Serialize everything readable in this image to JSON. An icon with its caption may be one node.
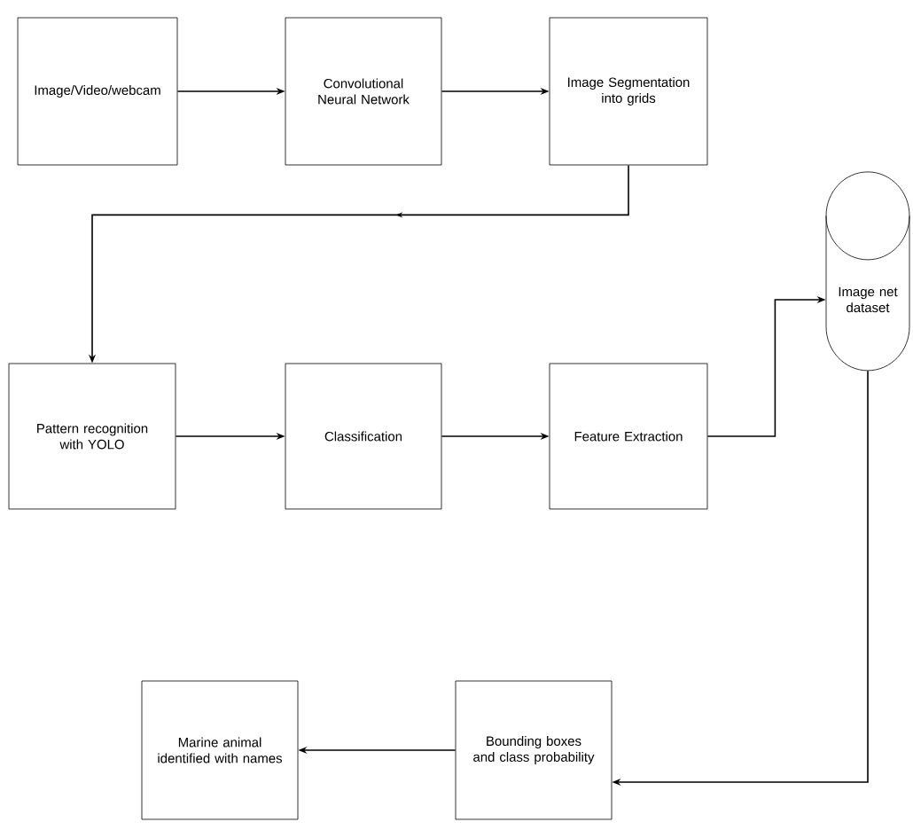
{
  "diagram": {
    "nodes": [
      {
        "text": [
          "Image/Video/webcam"
        ]
      },
      {
        "text": [
          "Convolutional Neural Network"
        ]
      },
      {
        "text": [
          "Image Segmentation into grids"
        ]
      },
      {
        "text": [
          "Pattern recognition with YOLO"
        ]
      },
      {
        "text": [
          "Classification"
        ]
      },
      {
        "text": [
          "Feature Extraction"
        ]
      },
      {
        "text": [
          "Image net dataset"
        ]
      },
      {
        "text": [
          "Marine animal identified with names"
        ]
      },
      {
        "text": [
          "Bounding boxes and class probability"
        ]
      }
    ],
    "edges": [
      {
        "from": 0,
        "to": 1,
        "arrow": "to"
      },
      {
        "from": 1,
        "to": 2,
        "arrow": "to"
      },
      {
        "from": 2,
        "to": 3,
        "arrow": "to"
      },
      {
        "from": 3,
        "to": 4,
        "arrow": "to"
      },
      {
        "from": 4,
        "to": 5,
        "arrow": "to"
      },
      {
        "from": 5,
        "to": 6,
        "arrow": "to"
      },
      {
        "from": 6,
        "to": 8,
        "arrow": "to"
      },
      {
        "from": 8,
        "to": 7,
        "arrow": "to"
      }
    ]
  }
}
